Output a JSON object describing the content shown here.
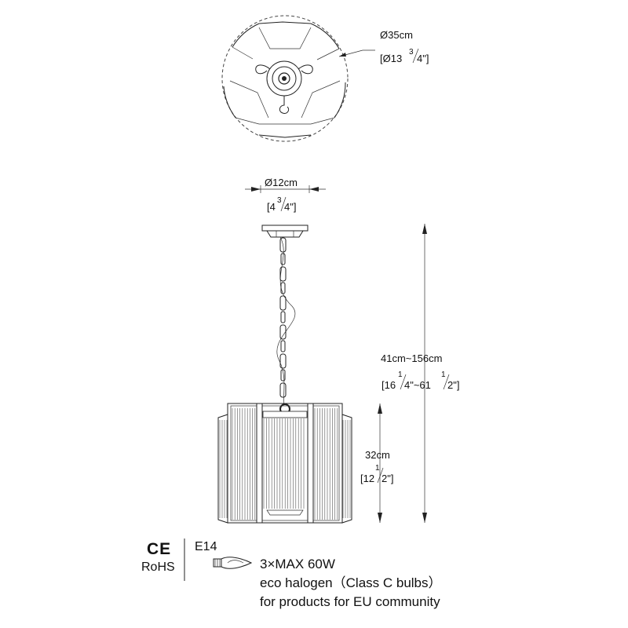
{
  "top_view": {
    "diameter_metric": "Ø35cm",
    "diameter_imperial_prefix": "[Ø13",
    "diameter_imperial_num": "3",
    "diameter_imperial_den": "4\"]"
  },
  "canopy": {
    "diameter_metric": "Ø12cm",
    "imperial_prefix": "[4",
    "imperial_num": "3",
    "imperial_den": "4\"]"
  },
  "overall_height": {
    "metric": "41cm~156cm",
    "imperial_a_prefix": "[16",
    "imperial_a_num": "1",
    "imperial_a_den": "4\"~61",
    "imperial_b_num": "1",
    "imperial_b_den": "2\"]"
  },
  "shade_height": {
    "metric": "32cm",
    "imperial_prefix": "[12",
    "imperial_num": "1",
    "imperial_den": "2\"]"
  },
  "certification": {
    "ce_mark": "CE",
    "rohs": "RoHS"
  },
  "bulb_info": {
    "socket": "E14",
    "max_wattage": "3×MAX 60W",
    "bulb_type": "eco halogen（Class C bulbs）",
    "eu_note": "for  products for EU community"
  }
}
